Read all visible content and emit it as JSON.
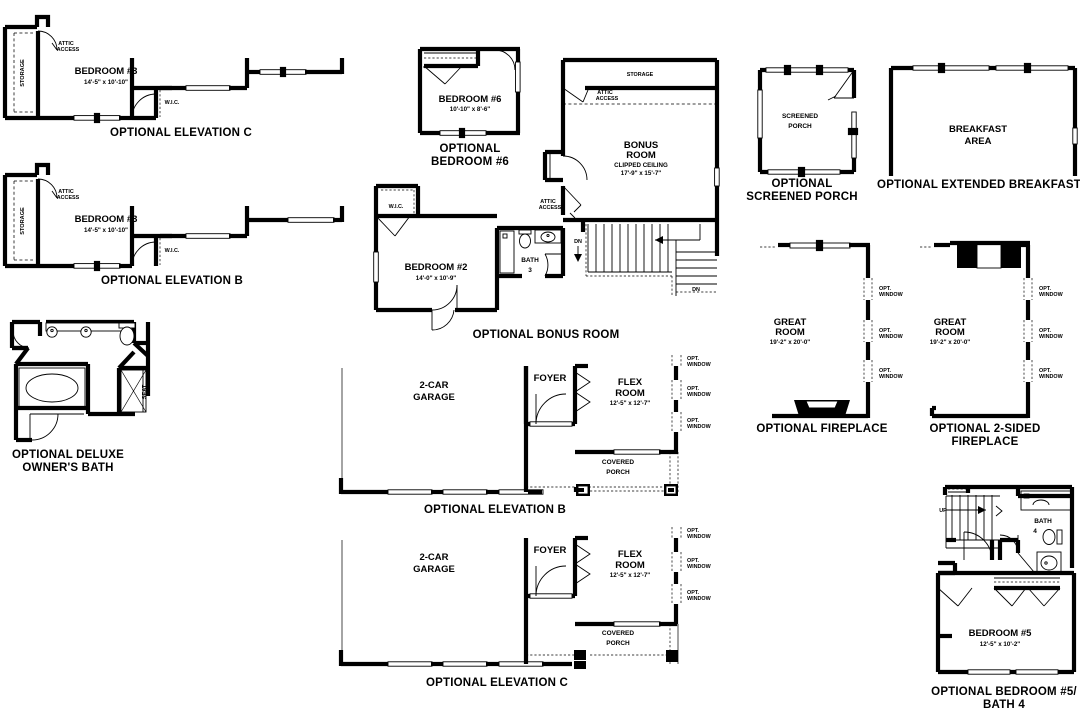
{
  "document": {
    "type": "architectural-floor-plan-options-sheet",
    "background_color": "#ffffff",
    "line_color": "#000000"
  },
  "sections": [
    {
      "id": "optional-elevation-c-bedroom3",
      "caption": "OPTIONAL ELEVATION C",
      "rooms": [
        {
          "name": "BEDROOM #3",
          "dimensions": "14'-5\" x 10'-10\""
        },
        {
          "name": "STORAGE",
          "dimensions": ""
        },
        {
          "name": "W.I.C.",
          "dimensions": ""
        }
      ],
      "annotations": [
        "ATTIC ACCESS"
      ]
    },
    {
      "id": "optional-elevation-b-bedroom3",
      "caption": "OPTIONAL ELEVATION B",
      "rooms": [
        {
          "name": "BEDROOM #3",
          "dimensions": "14'-5\" x 10'-10\""
        },
        {
          "name": "STORAGE",
          "dimensions": ""
        },
        {
          "name": "W.I.C.",
          "dimensions": ""
        }
      ],
      "annotations": [
        "ATTIC ACCESS"
      ]
    },
    {
      "id": "optional-deluxe-owners-bath",
      "caption_line1": "OPTIONAL DELUXE",
      "caption_line2": "OWNER'S BATH",
      "annotations": [
        "SEAT"
      ]
    },
    {
      "id": "optional-bedroom-6",
      "caption_line1": "OPTIONAL",
      "caption_line2": "BEDROOM #6",
      "rooms": [
        {
          "name": "BEDROOM #6",
          "dimensions": "10'-10\" x 8'-6\""
        }
      ]
    },
    {
      "id": "optional-bonus-room",
      "caption": "OPTIONAL BONUS ROOM",
      "rooms": [
        {
          "name": "BONUS ROOM",
          "note": "CLIPPED CEILING",
          "dimensions": "17'-9\" x 15'-7\""
        },
        {
          "name": "BEDROOM #2",
          "dimensions": "14'-0\" x 10'-9\""
        },
        {
          "name": "BATH 3",
          "dimensions": ""
        },
        {
          "name": "STORAGE",
          "dimensions": ""
        },
        {
          "name": "W.I.C.",
          "dimensions": ""
        }
      ],
      "annotations": [
        "ATTIC ACCESS",
        "ATTIC ACCESS",
        "DN",
        "DN"
      ]
    },
    {
      "id": "optional-screened-porch",
      "caption_line1": "OPTIONAL",
      "caption_line2": "SCREENED PORCH",
      "rooms": [
        {
          "name_line1": "SCREENED",
          "name_line2": "PORCH"
        }
      ]
    },
    {
      "id": "optional-extended-breakfast",
      "caption": "OPTIONAL EXTENDED BREAKFAST",
      "rooms": [
        {
          "name_line1": "BREAKFAST",
          "name_line2": "AREA"
        }
      ]
    },
    {
      "id": "optional-fireplace",
      "caption": "OPTIONAL FIREPLACE",
      "rooms": [
        {
          "name_line1": "GREAT",
          "name_line2": "ROOM",
          "dimensions": "19'-2\" x 20'-0\""
        }
      ],
      "window_labels": [
        "OPT. WINDOW",
        "OPT. WINDOW",
        "OPT. WINDOW"
      ]
    },
    {
      "id": "optional-2-sided-fireplace",
      "caption_line1": "OPTIONAL 2-SIDED",
      "caption_line2": "FIREPLACE",
      "rooms": [
        {
          "name_line1": "GREAT",
          "name_line2": "ROOM",
          "dimensions": "19'-2\" x 20'-0\""
        }
      ],
      "window_labels": [
        "OPT. WINDOW",
        "OPT. WINDOW",
        "OPT. WINDOW"
      ]
    },
    {
      "id": "optional-elevation-b-garage",
      "caption": "OPTIONAL ELEVATION B",
      "rooms": [
        {
          "name_line1": "2-CAR",
          "name_line2": "GARAGE"
        },
        {
          "name": "FOYER"
        },
        {
          "name_line1": "FLEX",
          "name_line2": "ROOM",
          "dimensions": "12'-5\" x 12'-7\""
        },
        {
          "name_line1": "COVERED",
          "name_line2": "PORCH"
        }
      ],
      "window_labels": [
        "OPT. WINDOW",
        "OPT. WINDOW",
        "OPT. WINDOW"
      ]
    },
    {
      "id": "optional-elevation-c-garage",
      "caption": "OPTIONAL ELEVATION C",
      "rooms": [
        {
          "name_line1": "2-CAR",
          "name_line2": "GARAGE"
        },
        {
          "name": "FOYER"
        },
        {
          "name_line1": "FLEX",
          "name_line2": "ROOM",
          "dimensions": "12'-5\" x 12'-7\""
        },
        {
          "name_line1": "COVERED",
          "name_line2": "PORCH"
        }
      ],
      "window_labels": [
        "OPT. WINDOW",
        "OPT. WINDOW",
        "OPT. WINDOW"
      ]
    },
    {
      "id": "optional-bedroom-5-bath-4",
      "caption_line1": "OPTIONAL BEDROOM #5/",
      "caption_line2": "BATH 4",
      "rooms": [
        {
          "name": "BEDROOM #5",
          "dimensions": "12'-5\" x 10'-2\""
        },
        {
          "name_line1": "BATH",
          "name_line2": "4"
        }
      ],
      "annotations": [
        "UP"
      ]
    }
  ],
  "labels": {
    "elevation_c": "OPTIONAL ELEVATION C",
    "elevation_b": "OPTIONAL ELEVATION B",
    "bedroom3": "BEDROOM #3",
    "bedroom3_dim": "14'-5\" x 10'-10\"",
    "storage": "STORAGE",
    "wic": "W.I.C.",
    "attic": "ATTIC",
    "access": "ACCESS",
    "deluxe_bath_1": "OPTIONAL DELUXE",
    "deluxe_bath_2": "OWNER'S BATH",
    "seat": "SEAT",
    "optional": "OPTIONAL",
    "bedroom6": "BEDROOM #6",
    "bedroom6_dim": "10'-10\" x 8'-6\"",
    "bonus_caption": "OPTIONAL BONUS ROOM",
    "bonus": "BONUS",
    "room": "ROOM",
    "clipped": "CLIPPED CEILING",
    "bonus_dim": "17'-9\" x 15'-7\"",
    "bedroom2": "BEDROOM #2",
    "bedroom2_dim": "14'-0\" x 10'-9\"",
    "bath": "BATH",
    "three": "3",
    "dn": "DN",
    "up": "UP",
    "screened": "SCREENED",
    "porch": "PORCH",
    "screened_cap1": "OPTIONAL",
    "screened_cap2": "SCREENED PORCH",
    "breakfast": "BREAKFAST",
    "area": "AREA",
    "breakfast_cap": "OPTIONAL EXTENDED BREAKFAST",
    "great": "GREAT",
    "great_dim": "19'-2\" x 20'-0\"",
    "fireplace_cap": "OPTIONAL FIREPLACE",
    "fireplace2_cap1": "OPTIONAL 2-SIDED",
    "fireplace2_cap2": "FIREPLACE",
    "opt": "OPT.",
    "window": "WINDOW",
    "car2": "2-CAR",
    "garage": "GARAGE",
    "foyer": "FOYER",
    "flex": "FLEX",
    "flex_dim": "12'-5\" x 12'-7\"",
    "covered": "COVERED",
    "bedroom5": "BEDROOM #5",
    "bedroom5_dim": "12'-5\" x 10'-2\"",
    "bath4_cap1": "OPTIONAL BEDROOM #5/",
    "bath4_cap2": "BATH 4",
    "four": "4"
  }
}
